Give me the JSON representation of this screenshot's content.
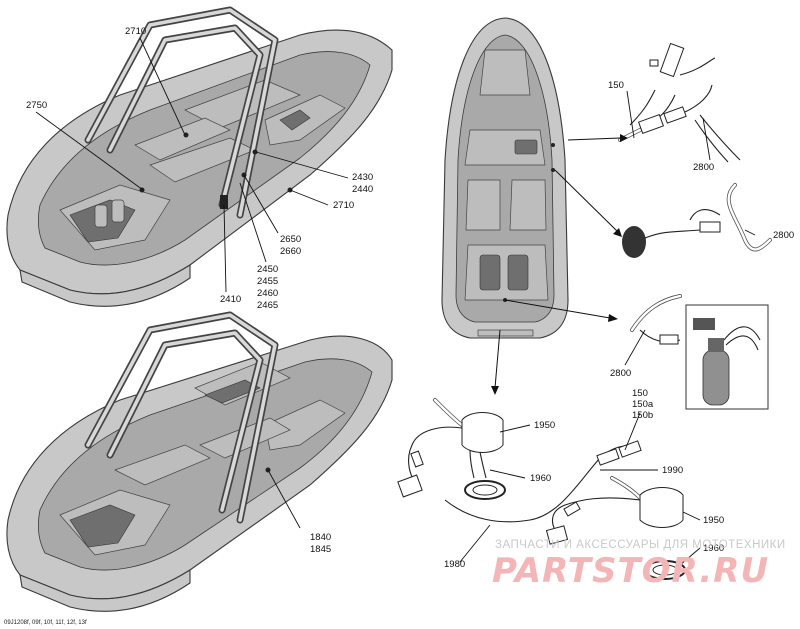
{
  "callouts": {
    "c2710a": "2710",
    "c2750": "2750",
    "c2430": "2430",
    "c2440": "2440",
    "c2710b": "2710",
    "c2650": "2650",
    "c2660": "2660",
    "c2450": "2450",
    "c2455": "2455",
    "c2460": "2460",
    "c2465": "2465",
    "c2410": "2410",
    "c1840": "1840",
    "c1845": "1845",
    "c150a": "150",
    "c2800a": "2800",
    "c2800b": "2800",
    "c2800c": "2800",
    "c150b": "150",
    "c150a_var": "150a",
    "c150b_var": "150b",
    "c1950a": "1950",
    "c1960a": "1960",
    "c1990": "1990",
    "c1950b": "1950",
    "c1960b": "1960",
    "c1980": "1980"
  },
  "reference_code": "09J1208f, 09f, 10f, 11f, 12f, 13f",
  "watermark": {
    "small": "ЗАПЧАСТИ И АКСЕССУАРЫ ДЛЯ МОТОТЕХНИКИ",
    "big": "PARTSTOR.RU"
  },
  "colors": {
    "hull": "#c8c8c8",
    "deck": "#a9a9a9",
    "watermark_red": "#f3b5b5",
    "line": "#111111"
  }
}
